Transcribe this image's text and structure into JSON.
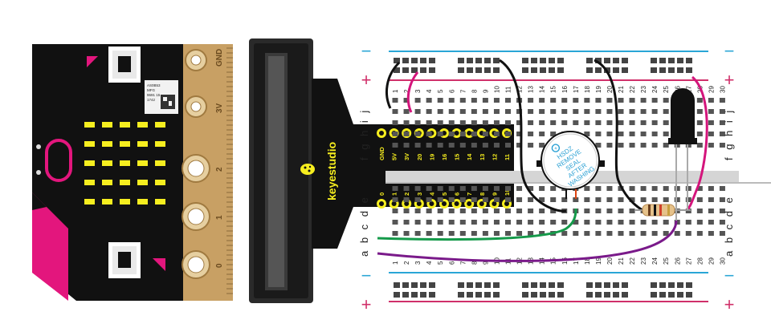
{
  "microbit": {
    "pins": [
      {
        "label": "GND"
      },
      {
        "label": "3V"
      },
      {
        "label": "2"
      },
      {
        "label": "1"
      },
      {
        "label": "0"
      }
    ],
    "qr_text": [
      "AS0B53",
      "MFG",
      "9691 15",
      "1742"
    ]
  },
  "shield": {
    "brand": "keyestudio",
    "top_row_labels": [
      "GND",
      "5V",
      "3V",
      "20",
      "19",
      "16",
      "15",
      "14",
      "13",
      "12",
      "11"
    ],
    "bottom_row_labels": [
      "0",
      "1",
      "2",
      "3",
      "4",
      "5",
      "6",
      "7",
      "8",
      "9",
      "10"
    ]
  },
  "breadboard": {
    "column_numbers": [
      "1",
      "2",
      "3",
      "4",
      "5",
      "6",
      "7",
      "8",
      "9",
      "10",
      "11",
      "12",
      "13",
      "14",
      "15",
      "16",
      "17",
      "18",
      "19",
      "20",
      "21",
      "22",
      "23",
      "24",
      "25",
      "26",
      "27",
      "28",
      "29",
      "30"
    ],
    "top_rows_label": "j i h g f",
    "bottom_rows_label": "e d c b a",
    "rail_minus": "−",
    "rail_plus": "+"
  },
  "buzzer": {
    "lines": [
      "HSDZ",
      "REMOVE",
      "SEAL",
      "AFTER",
      "WASHING"
    ],
    "plus_mark": "+"
  },
  "colors": {
    "microbit_board": "#111111",
    "gold_pad": "#c8a064",
    "pink": "#e3167d",
    "led": "#f6ee1f",
    "rail_blue": "#2aa6d6",
    "rail_red": "#d0306a",
    "wire_black": "#111111",
    "wire_green": "#159a4a",
    "wire_purple": "#7a1a8a",
    "wire_pink": "#d4157c",
    "buzzer_blue": "#2aa0d4"
  }
}
